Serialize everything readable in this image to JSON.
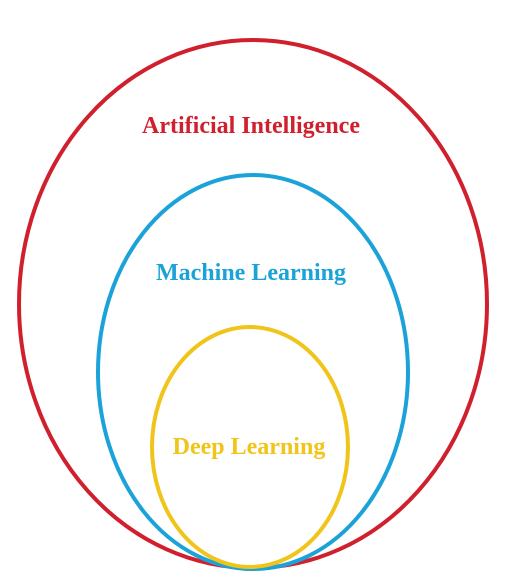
{
  "diagram": {
    "layers": [
      {
        "key": "ai",
        "label": "Artificial Intelligence",
        "color": "#d0202e"
      },
      {
        "key": "ml",
        "label": "Machine Learning",
        "color": "#1ba3d9"
      },
      {
        "key": "dl",
        "label": "Deep Learning",
        "color": "#f0c419"
      }
    ]
  }
}
